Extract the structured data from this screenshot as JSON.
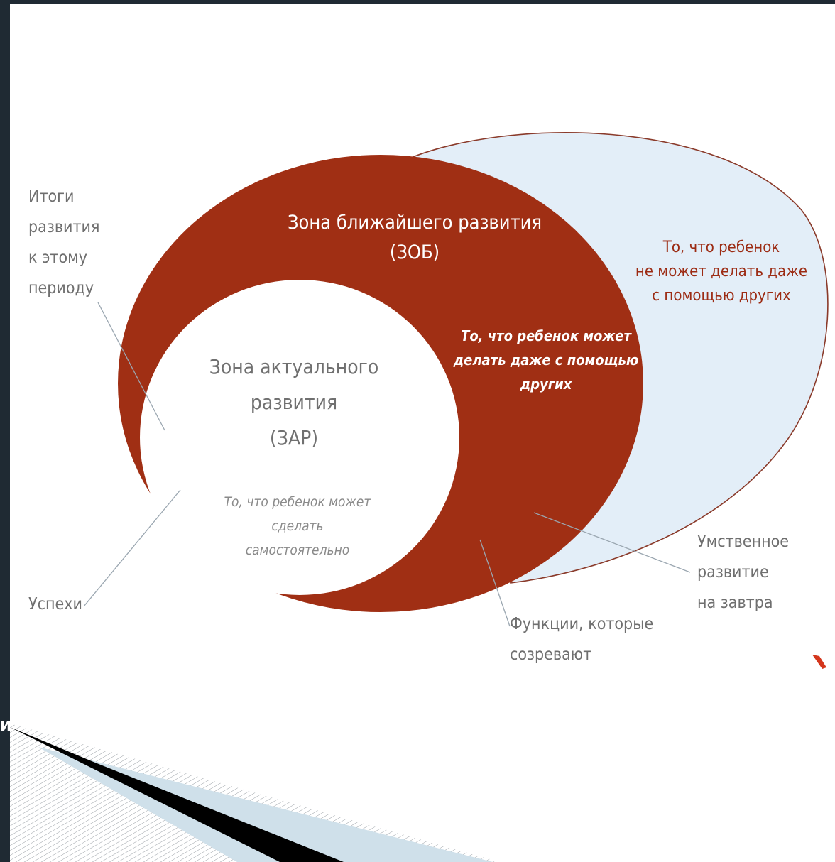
{
  "diagram": {
    "zpr": {
      "title": "Зона ближайшего развития\n(ЗОБ)",
      "note": "То, что ребенок может\nделать даже с помощью\nдругих"
    },
    "zar": {
      "title": "Зона актуального\nразвития\n(ЗАР)",
      "note": "То, что ребенок может\nсделать\nсамостоятельно"
    },
    "outer": {
      "note": "То, что ребенок\nне может делать даже\nс помощью других"
    },
    "callouts": {
      "results": "Итоги\nразвития\nк этому\nпериоду",
      "successes": "Успехи",
      "maturing": "Функции, которые\nсозревают",
      "tomorrow": "Умственное\nразвитие\nна завтра"
    },
    "colors": {
      "zpr_fill": "#a02f14",
      "outer_fill": "#e3eef8",
      "outer_stroke": "#8a3a2a",
      "leader_line": "#9aa6b0"
    }
  },
  "slide": {
    "corner_label": "И"
  }
}
